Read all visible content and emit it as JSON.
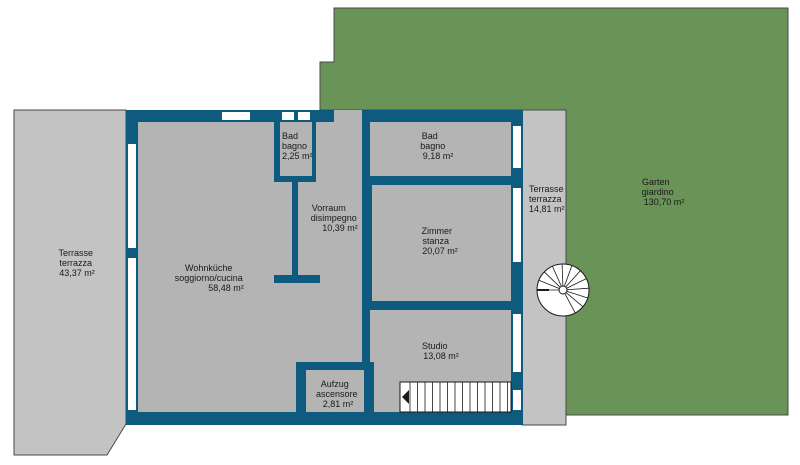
{
  "colors": {
    "wall": "#0f5b80",
    "floor": "#b4b4b4",
    "terrace": "#c3c3c3",
    "garden": "#6a9358",
    "outline": "#4a4a4a",
    "window": "#ffffff"
  },
  "rooms": {
    "terrace_left": {
      "name1": "Terrasse",
      "name2": "terrazza",
      "area": "43,37 m²"
    },
    "living": {
      "name1": "Wohnküche",
      "name2": "soggiorno/cucina",
      "area": "58,48 m²"
    },
    "bath_small": {
      "name1": "Bad",
      "name2": "bagno",
      "area": "2,25 m²"
    },
    "hall": {
      "name1": "Vorraum",
      "name2": "disimpegno",
      "area": "10,39 m²"
    },
    "bath": {
      "name1": "Bad",
      "name2": "bagno",
      "area": "9,18 m²"
    },
    "room": {
      "name1": "Zimmer",
      "name2": "stanza",
      "area": "20,07 m²"
    },
    "studio": {
      "name1": "Studio",
      "area": "13,08 m²"
    },
    "lift": {
      "name1": "Aufzug",
      "name2": "ascensore",
      "area": "2,81 m²"
    },
    "terrace_right": {
      "name1": "Terrasse",
      "name2": "terrazza",
      "area": "14,81 m²"
    },
    "garden": {
      "name1": "Garten",
      "name2": "giardino",
      "area": "130,70 m²"
    }
  }
}
